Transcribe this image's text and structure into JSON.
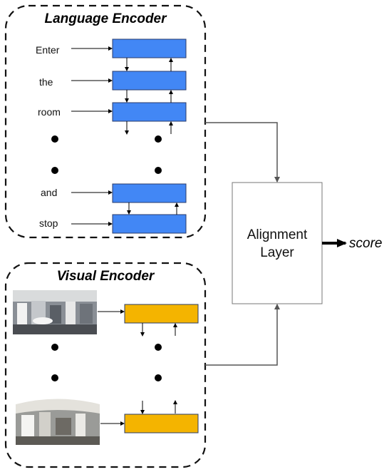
{
  "language_encoder": {
    "title": "Language Encoder",
    "words": [
      "Enter",
      "the",
      "room",
      "and",
      "stop"
    ]
  },
  "visual_encoder": {
    "title": "Visual Encoder"
  },
  "alignment": {
    "line1": "Alignment",
    "line2": "Layer"
  },
  "output": {
    "label": "score"
  },
  "colors": {
    "lstm_text": "#4287f5",
    "lstm_visual": "#f4b400",
    "box_border": "#2a3b6a",
    "dashed_border": "#111111",
    "connector": "#555555"
  }
}
